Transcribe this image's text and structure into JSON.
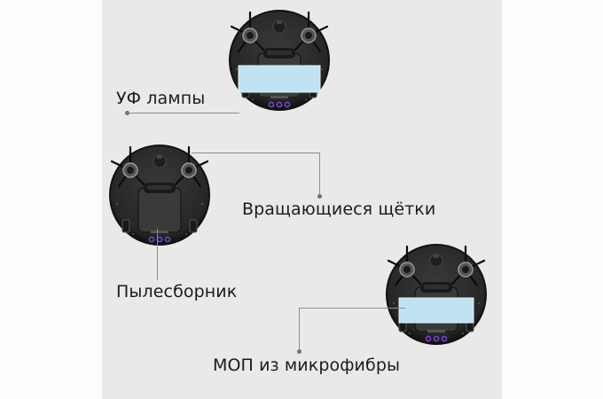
{
  "callouts": [
    {
      "id": "uv_lamps",
      "label": "УФ лампы"
    },
    {
      "id": "rotating_brushes",
      "label": "Вращающиеся щётки"
    },
    {
      "id": "dust_bin",
      "label": "Пылесборник"
    },
    {
      "id": "microfiber_mop",
      "label": "МОП из микрофибры"
    }
  ],
  "colors": {
    "background_panel": "#eae9e9",
    "robot_body": "#2b2b2b",
    "mop_pad": "#bfe3f3",
    "uv_led": "#7a3fd1",
    "connector_line": "#8e8e8e"
  },
  "robots": [
    {
      "id": "robot-top",
      "shows_mop": true
    },
    {
      "id": "robot-middle",
      "shows_mop": false
    },
    {
      "id": "robot-bottom",
      "shows_mop": true
    }
  ]
}
